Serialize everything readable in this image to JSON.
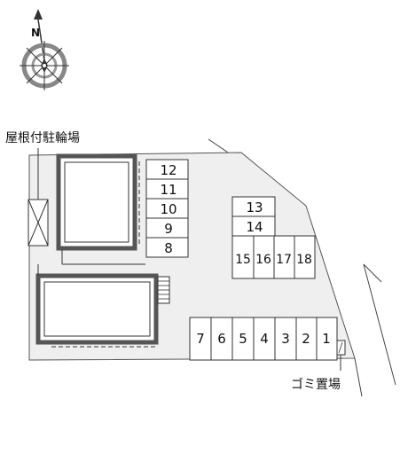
{
  "compass": {
    "north_label": "N"
  },
  "labels": {
    "bicycle_parking": "屋根付駐輪場",
    "garbage_area": "ゴミ置場"
  },
  "parking_spaces": {
    "left_column": [
      "12",
      "11",
      "10",
      "9",
      "8"
    ],
    "middle_top": [
      "13",
      "14"
    ],
    "middle_row": [
      "15",
      "16",
      "17",
      "18"
    ],
    "bottom_row": [
      "7",
      "6",
      "5",
      "4",
      "3",
      "2",
      "1"
    ]
  },
  "colors": {
    "lot": "#efefef",
    "building_outline": "#555555",
    "line": "#333333"
  }
}
